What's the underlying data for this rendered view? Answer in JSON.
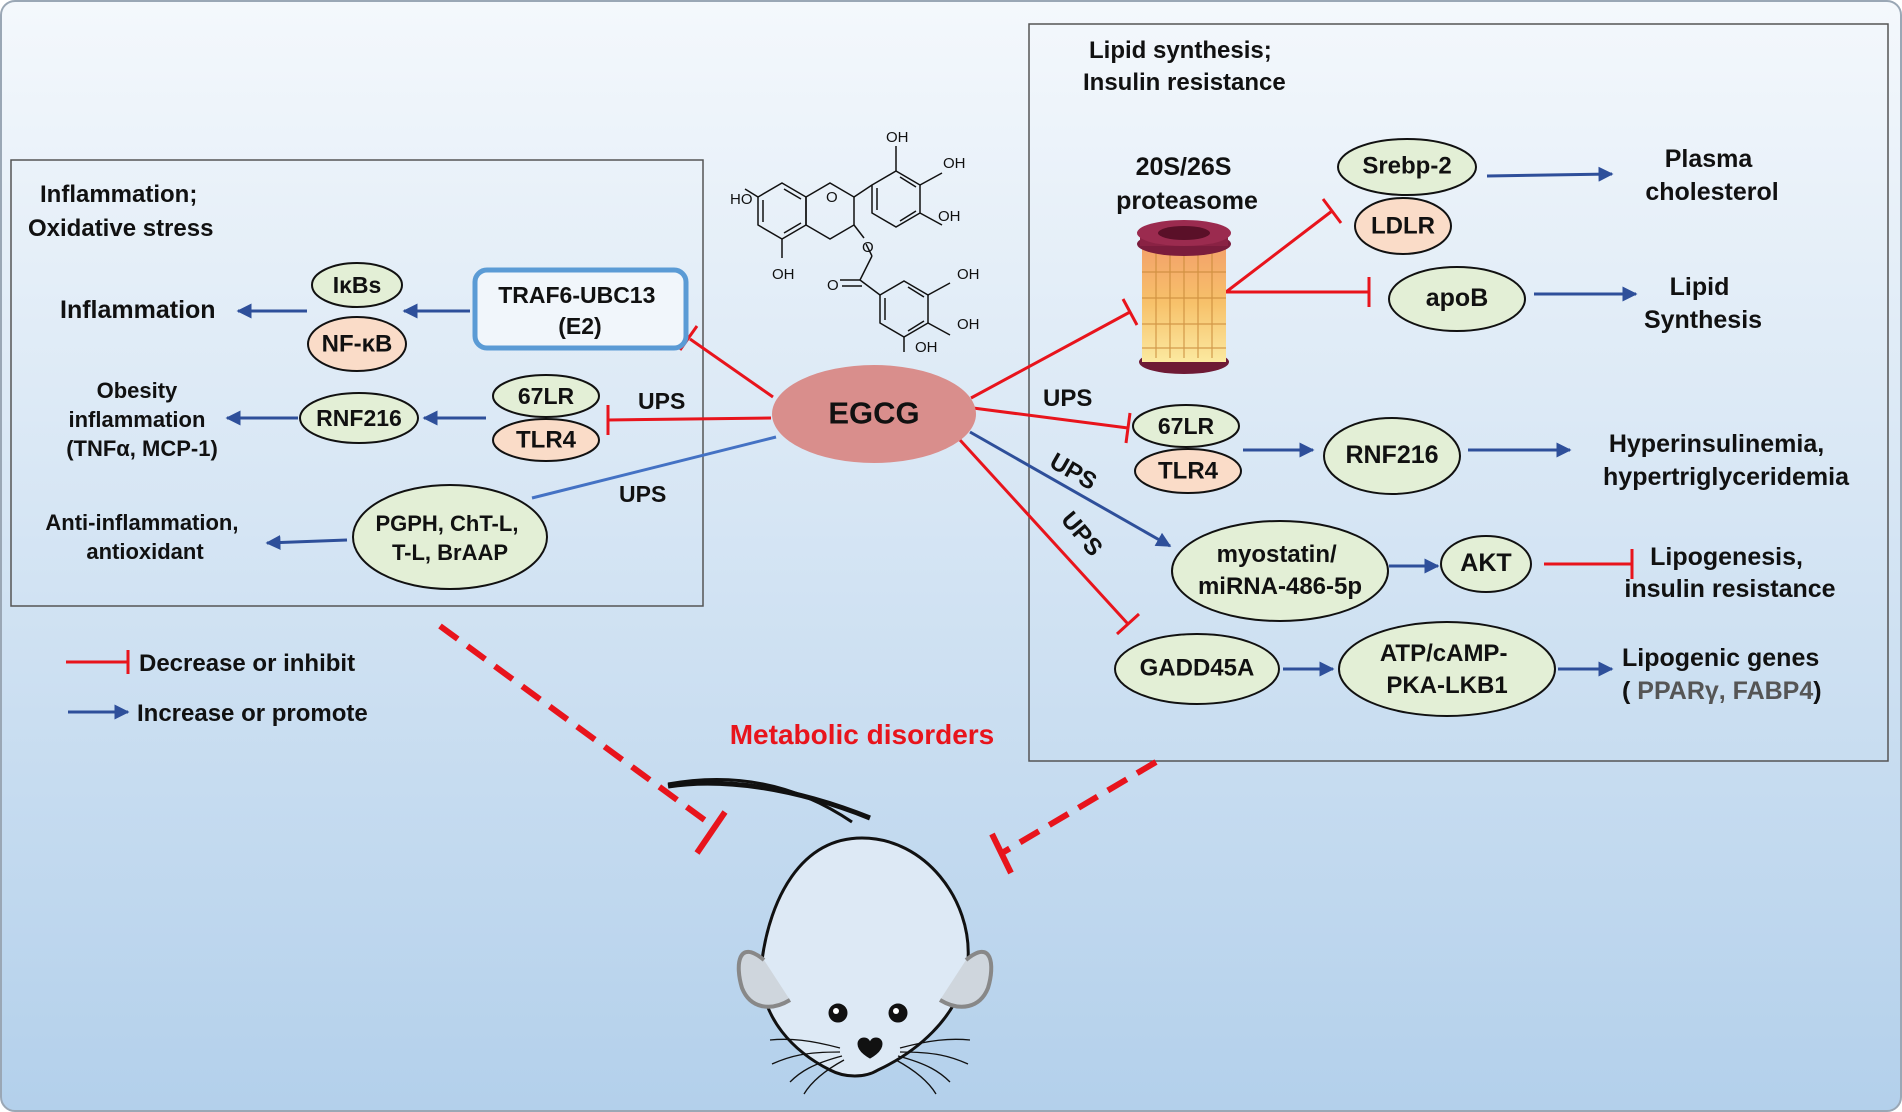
{
  "left_panel": {
    "title_line1": "Inflammation;",
    "title_line2": "Oxidative stress",
    "nodes": {
      "ikbs": "IκBs",
      "nfkb": "NF-κB",
      "traf6_line1": "TRAF6-UBC13",
      "traf6_line2": "(E2)",
      "lr67": "67LR",
      "tlr4": "TLR4",
      "rnf216": "RNF216",
      "pgph_line1": "PGPH, ChT-L,",
      "pgph_line2": "T-L, BrAAP"
    },
    "outcomes": {
      "inflammation": "Inflammation",
      "obesity_line1": "Obesity",
      "obesity_line2": "inflammation",
      "obesity_line3": "(TNFα, MCP-1)",
      "anti_line1": "Anti-inflammation,",
      "anti_line2": "antioxidant"
    },
    "ups_labels": [
      "UPS",
      "UPS"
    ]
  },
  "center": {
    "egcg": "EGCG",
    "chem_labels": [
      "HO",
      "OH",
      "OH",
      "OH",
      "OH",
      "OH",
      "OH",
      "OH",
      "O",
      "O",
      "O"
    ],
    "heading": "Metabolic disorders"
  },
  "right_panel": {
    "title_line1": "Lipid synthesis;",
    "title_line2": "Insulin resistance",
    "proteasome_line1": "20S/26S",
    "proteasome_line2": "proteasome",
    "nodes": {
      "srebp2": "Srebp-2",
      "ldlr": "LDLR",
      "apob": "apoB",
      "lr67": "67LR",
      "tlr4": "TLR4",
      "rnf216": "RNF216",
      "myostatin_line1": "myostatin/",
      "myostatin_line2": "miRNA-486-5p",
      "akt": "AKT",
      "gadd45a": "GADD45A",
      "atp_line1": "ATP/cAMP-",
      "atp_line2": "PKA-LKB1"
    },
    "outcomes": {
      "plasma_line1": "Plasma",
      "plasma_line2": "cholesterol",
      "lipid_line1": "Lipid",
      "lipid_line2": "Synthesis",
      "hyper_line1": "Hyperinsulinemia,",
      "hyper_line2": "hypertriglyceridemia",
      "lipo_line1": "Lipogenesis,",
      "lipo_line2": "insulin resistance",
      "genes_line1": "Lipogenic genes",
      "genes_line2_open": "( ",
      "genes_line2_genes": "PPARγ, FABP4",
      "genes_line2_close": ")"
    },
    "ups_labels": [
      "UPS",
      "UPS",
      "UPS"
    ]
  },
  "legend": {
    "inhibit": "Decrease or inhibit",
    "promote": "Increase or promote"
  },
  "colors": {
    "inhibit": "#e8141c",
    "promote": "#2e4f9a",
    "egcg_fill": "#d98e8c",
    "green_node": "#e3efd6",
    "pink_node": "#fadcc8",
    "traf6_border": "#5b9bd5",
    "bg_top": "#f3f7fc",
    "bg_bottom": "#b4d1ec"
  }
}
